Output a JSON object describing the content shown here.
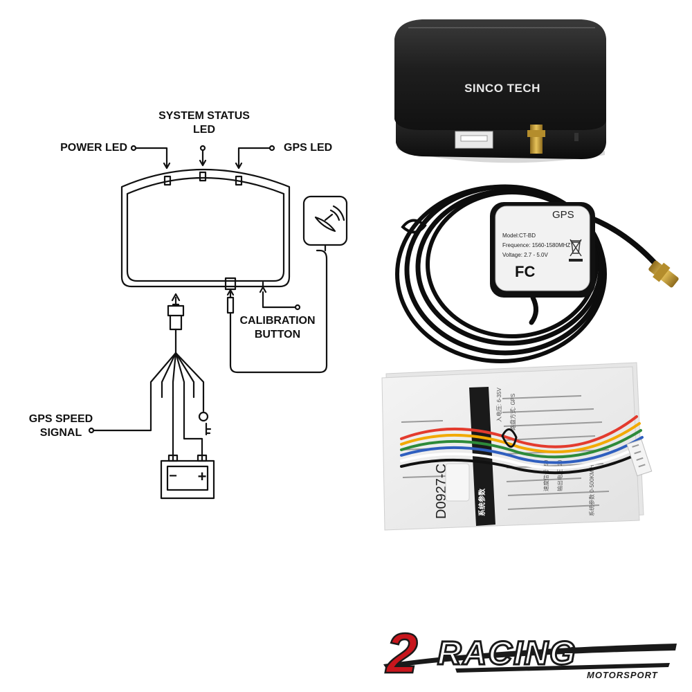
{
  "diagram": {
    "labels": {
      "system_status_line1": "SYSTEM STATUS",
      "system_status_line2": "LED",
      "power_led": "POWER LED",
      "gps_led": "GPS LED",
      "calibration_line1": "CALIBRATION",
      "calibration_line2": "BUTTON",
      "gps_speed_line1": "GPS SPEED",
      "gps_speed_line2": "SIGNAL"
    },
    "battery": {
      "minus": "−",
      "plus": "+"
    }
  },
  "product": {
    "module_brand": "SINCO TECH",
    "antenna": {
      "label": "GPS",
      "model": "Model:CT-BD",
      "frequence": "Frequence: 1560-1580MHZ",
      "voltage": "Voltage: 2.7 - 5.0V",
      "fcc_mark": "FC"
    },
    "manual": {
      "code": "D0927-C",
      "heading": "系统参数",
      "lines": [
        "入电压: 6-35V",
        "路盘方式: GPS",
        "速度信号: 50",
        "输出电压: 20",
        "系统参数 0-500KM/H"
      ]
    }
  },
  "logo": {
    "numeral": "2",
    "word": "RACING",
    "sub": "MOTORSPORT"
  },
  "colors": {
    "ink": "#111111",
    "module_body": "#1c1c1c",
    "antenna_face": "#f2f2f2",
    "cable": "#0d0d0d",
    "sma_gold": "#c9a23a",
    "logo_red": "#c8161d",
    "logo_dark": "#1a1a1a",
    "wire_colors": [
      "#e33b2e",
      "#f2a900",
      "#2d8a3a",
      "#2f5fbf",
      "#ffffff",
      "#111111"
    ]
  }
}
